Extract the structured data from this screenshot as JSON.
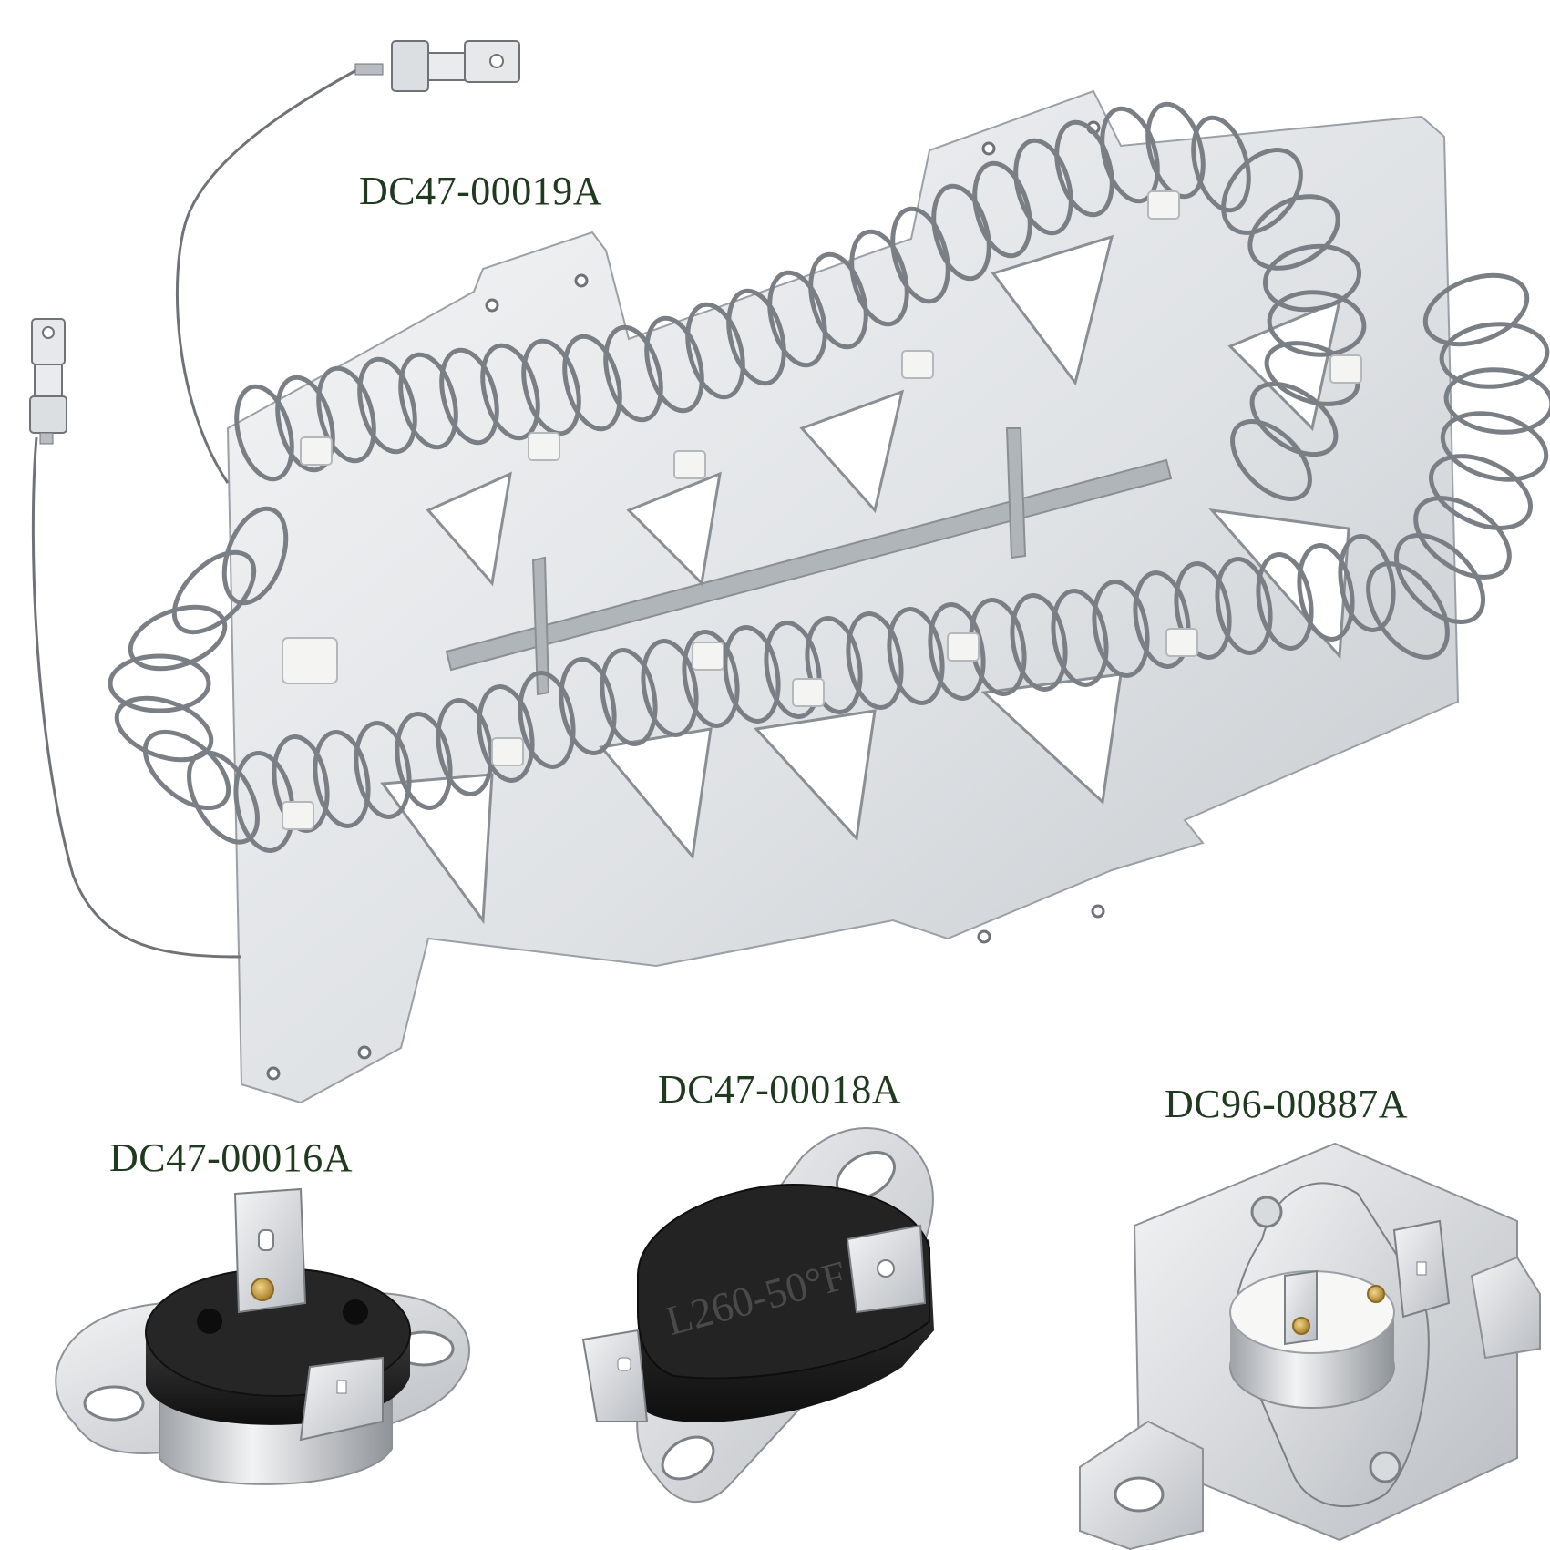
{
  "colors": {
    "label_text": "#1f3a1f",
    "metal_light": "#eceef0",
    "metal_mid": "#c9ccd0",
    "metal_dark": "#8d9196",
    "coil_wire": "#7a7f85",
    "ceramic": "#f4f4f2",
    "thermostat_body": "#1c1c1c",
    "brass": "#c9a24a"
  },
  "labels": {
    "heating_element": "DC47-00019A",
    "thermostat_left": "DC47-00016A",
    "thermostat_center": "DC47-00018A",
    "thermostat_right": "DC96-00887A"
  },
  "stamp": "L260-50°F",
  "icons": {
    "heating_element": "heating-coil-icon",
    "thermostat_left": "thermal-fuse-icon",
    "thermostat_center": "thermostat-icon",
    "thermostat_right": "cycling-thermostat-icon"
  }
}
